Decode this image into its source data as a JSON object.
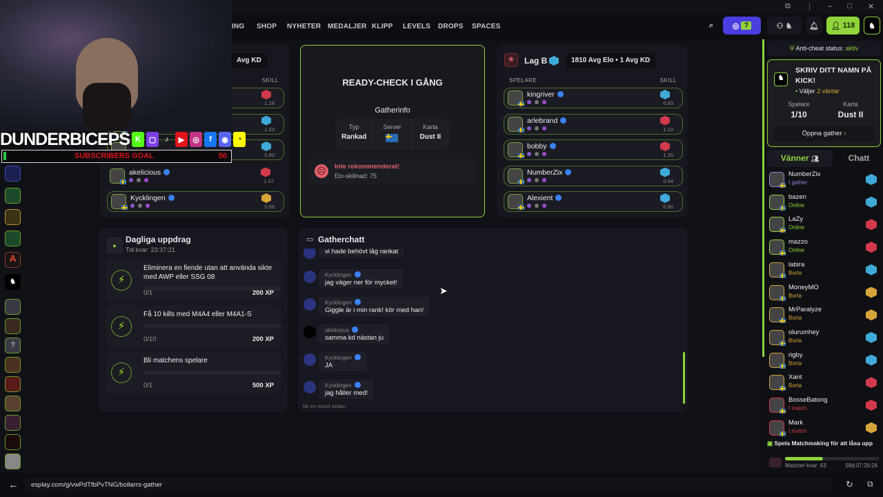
{
  "browser": {
    "url": "esplay.com/g/vwPdTfbPvTNG/bollarrs-gather"
  },
  "nav": {
    "items": [
      "ING",
      "SHOP",
      "NYHETER",
      "MEDALJER",
      "KLIPP",
      "LEVELS",
      "DROPS",
      "SPACES"
    ],
    "friends_count": "118",
    "help": "?"
  },
  "stream": {
    "name": "DUNDERBICEPS",
    "goal_label": "SUBSCRIBERS GOAL",
    "goal_value": "50",
    "socials": [
      "kick",
      "twitch",
      "tiktok",
      "youtube",
      "instagram",
      "facebook",
      "discord",
      "snapchat"
    ]
  },
  "team_a": {
    "avg_kd": "Avg KD",
    "skill_header": "SKILL",
    "players": [
      {
        "name": "",
        "skill": "1.18",
        "rank": "red"
      },
      {
        "name": "",
        "skill": "1.03",
        "rank": "blue"
      },
      {
        "name": "",
        "skill": "0.80",
        "rank": "blue"
      },
      {
        "name": "akelicious",
        "skill": "1.07",
        "rank": "red"
      },
      {
        "name": "Kycklingen",
        "skill": "0.59",
        "rank": "gold"
      }
    ]
  },
  "ready": {
    "title": "READY-CHECK I GÅNG",
    "info_title": "Gatherinfo",
    "typ_label": "Typ",
    "typ_value": "Rankad",
    "server_label": "Server",
    "karta_label": "Karta",
    "karta_value": "Dust II",
    "warn_title": "Inte rekommenderat!",
    "warn_sub": "Elo-skillnad: 75"
  },
  "team_b": {
    "name": "Lag B",
    "stats": "1810 Avg Elo • 1 Avg KD",
    "players_header": "SPELARE",
    "skill_header": "SKILL",
    "players": [
      {
        "name": "kingriver",
        "skill": "0.93",
        "rank": "blue"
      },
      {
        "name": "arlebrand",
        "skill": "1.10",
        "rank": "red"
      },
      {
        "name": "bobby",
        "skill": "1.35",
        "rank": "red"
      },
      {
        "name": "NumberZix",
        "skill": "0.94",
        "rank": "blue"
      },
      {
        "name": "Alexient",
        "skill": "0.90",
        "rank": "blue"
      }
    ]
  },
  "missions": {
    "title": "Dagliga uppdrag",
    "time_left": "Tid kvar: 23:37:21",
    "items": [
      {
        "text": "Eliminera en fiende utan att använda sikte med AWP eller SSG 08",
        "progress": "0/1",
        "xp": "200 XP",
        "fraction": 0
      },
      {
        "text": "Få 10 kills med M4A4 eller M4A1-S",
        "progress": "0/10",
        "xp": "200 XP",
        "fraction": 0
      },
      {
        "text": "Bli matchens spelare",
        "progress": "0/1",
        "xp": "500 XP",
        "fraction": 0
      }
    ]
  },
  "chat": {
    "title": "Gatherchatt",
    "messages": [
      {
        "user": "",
        "text": "vi hade behövt låg rankat"
      },
      {
        "user": "Kycklingen",
        "text": "jag väger ner för mycket!"
      },
      {
        "user": "Kycklingen",
        "text": "Giggle är i min rank! kör med han!"
      },
      {
        "user": "akelicious",
        "text": "samma kd nästan ju"
      },
      {
        "user": "Kycklingen",
        "text": "JA"
      },
      {
        "user": "Kycklingen",
        "text": "jag håller med!"
      }
    ],
    "timestamp": "för en minut sedan"
  },
  "right": {
    "anticheat_label": "Anti-cheat status:",
    "anticheat_value": "aktiv",
    "gather_title": "SKRIV DITT NAMN PÅ KICK!",
    "gather_status": "Väljer",
    "gather_waiting": "2 väntar",
    "players_label": "Spelare",
    "players_value": "1/10",
    "map_label": "Karta",
    "map_value": "Dust II",
    "open_label": "Öppna gather",
    "tab_friends": "Vänner",
    "tab_chat": "Chatt",
    "friends": [
      {
        "name": "NumberZix",
        "status": "I gather",
        "st": "gather",
        "rank": "blue"
      },
      {
        "name": "bazen",
        "status": "Online",
        "st": "online",
        "rank": "blue"
      },
      {
        "name": "LaZy",
        "status": "Online",
        "st": "online",
        "rank": "red"
      },
      {
        "name": "mazzo",
        "status": "Online",
        "st": "online",
        "rank": "red"
      },
      {
        "name": "labira",
        "status": "Borta",
        "st": "away",
        "rank": "blue"
      },
      {
        "name": "MoneyMO",
        "status": "Borta",
        "st": "away",
        "rank": "gold"
      },
      {
        "name": "MrParalyze",
        "status": "Borta",
        "st": "away",
        "rank": "gold"
      },
      {
        "name": "olurumhey",
        "status": "Borta",
        "st": "away",
        "rank": "blue"
      },
      {
        "name": "rigby",
        "status": "Borta",
        "st": "away",
        "rank": "blue"
      },
      {
        "name": "Xant",
        "status": "Borta",
        "st": "away",
        "rank": "red"
      },
      {
        "name": "BosseBatong",
        "status": "I match",
        "st": "match",
        "rank": "red"
      },
      {
        "name": "Mark",
        "status": "I match",
        "st": "match",
        "rank": "gold"
      }
    ],
    "promo": "Spela Matchmaking för att låsa upp",
    "matches_left": "Matcher kvar: 63",
    "timer": "58d:07:29:24",
    "progress": 0.4
  },
  "colors": {
    "accent": "#8fd43a",
    "blue": "#3fa9d8",
    "red": "#d23a4c",
    "gold": "#d6a53a",
    "online": "#8fd43a",
    "away": "#d6a53a",
    "match": "#d23a4c",
    "gather": "#9a86d8"
  }
}
